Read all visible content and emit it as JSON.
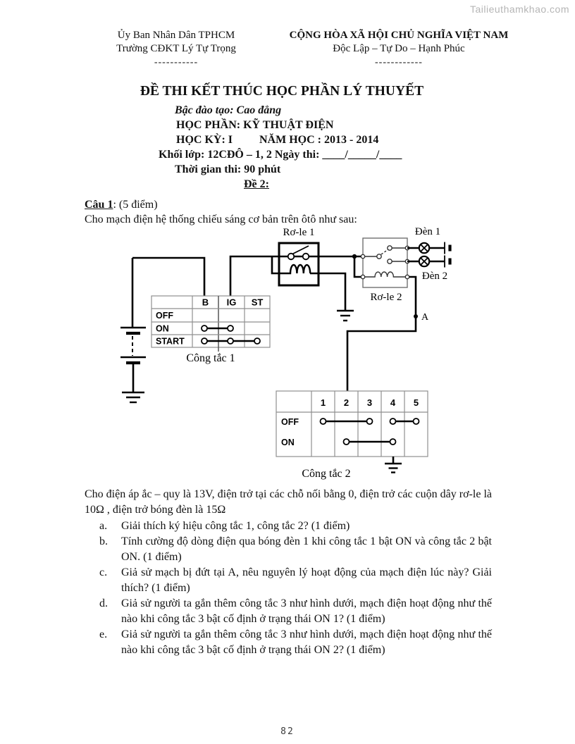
{
  "watermark": "Tailieuthamkhao.com",
  "header": {
    "left": [
      "Ủy Ban Nhân Dân TPHCM",
      "Trường CĐKT Lý Tự Trọng",
      "-----------"
    ],
    "right": [
      "CỘNG HÒA XÃ HỘI CHỦ NGHĨA VIỆT NAM",
      "Độc Lập – Tự Do – Hạnh Phúc",
      "------------"
    ]
  },
  "title_block": {
    "title": "ĐỀ THI KẾT THÚC HỌC PHẦN LÝ THUYẾT",
    "degree": "Bậc đào tạo: Cao đẳng",
    "subject": "HỌC PHẦN: KỸ THUẬT ĐIỆN",
    "semester": "HỌC KỲ: I",
    "year": "NĂM HỌC :  2013 - 2014",
    "class_line": "Khối lớp:  12CĐÔ – 1, 2  Ngày thi: ____/_____/____",
    "duration": "Thời gian thi: 90 phút",
    "exam_no": "Đề 2:"
  },
  "question": {
    "label": "Câu 1",
    "points": ": (5 điểm)",
    "intro": "Cho mạch điện hệ thống chiếu sáng cơ bản trên ôtô như sau:"
  },
  "circuit": {
    "relay1_label": "Rơ-le 1",
    "relay2_label": "Rơ-le 2",
    "lamp1_label": "Đèn 1",
    "lamp2_label": "Đèn 2",
    "point_a_label": "A",
    "switch1": {
      "caption": "Công tắc 1",
      "headers": [
        "B",
        "IG",
        "ST"
      ],
      "rows": [
        "OFF",
        "ON",
        "START"
      ]
    },
    "switch2": {
      "caption": "Công tắc 2",
      "headers": [
        "1",
        "2",
        "3",
        "4",
        "5"
      ],
      "rows": [
        "OFF",
        "ON"
      ]
    }
  },
  "body": {
    "given": "Cho điện áp ắc – quy là 13V, điện trở tại các chỗ nối bằng 0, điện trở các cuộn dây rơ-le là 10Ω , điện trở bóng đèn là 15Ω",
    "items": [
      {
        "marker": "a.",
        "text": "Giải thích ký hiệu công tắc 1, công tắc 2? (1 điểm)"
      },
      {
        "marker": "b.",
        "text": "Tính cường độ dòng điện qua bóng đèn 1 khi công tắc 1 bật ON và công tắc 2 bật ON. (1 điểm)"
      },
      {
        "marker": "c.",
        "text": "Giả sử mạch bị đứt tại A, nêu nguyên lý hoạt động của mạch điện lúc này? Giải thích? (1 điểm)"
      },
      {
        "marker": "d.",
        "text": "Giả sử người ta gắn thêm công tắc 3 như hình dưới, mạch điện hoạt động như thế nào khi công tắc 3 bật cố định ở trạng thái ON 1? (1 điểm)"
      },
      {
        "marker": "e.",
        "text": "Giả sử người ta gắn thêm công tắc 3 như hình dưới, mạch điện hoạt động như thế nào khi công tắc 3 bật cố định ở trạng thái ON 2? (1 điểm)"
      }
    ]
  },
  "footer": {
    "page_number": "82"
  }
}
